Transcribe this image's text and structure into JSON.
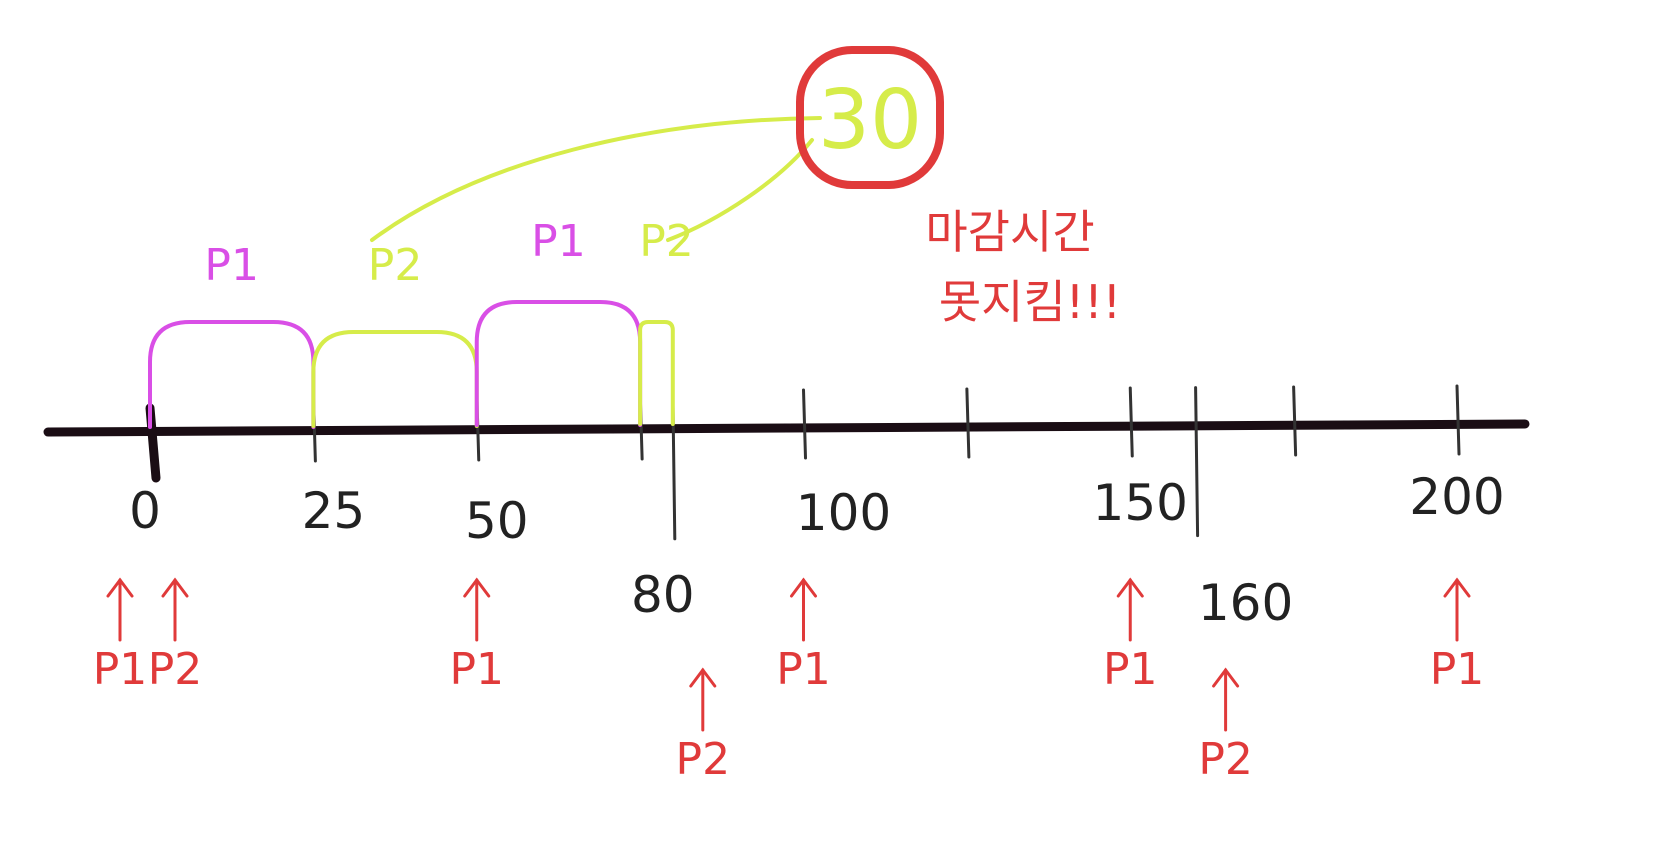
{
  "colors": {
    "axis": "#1a0d14",
    "p1": "#d94fe6",
    "p2": "#d6ec4a",
    "arrival": "#e03a3a",
    "ticklabel": "#222222",
    "highlight": "#e03a3a"
  },
  "timeline": {
    "tick_labels": [
      "0",
      "25",
      "50",
      "80",
      "100",
      "150",
      "160",
      "200"
    ]
  },
  "execution_blocks": [
    {
      "process": "P1",
      "label": "P1",
      "start": 0,
      "end": 25
    },
    {
      "process": "P2",
      "label": "P2",
      "start": 25,
      "end": 50
    },
    {
      "process": "P1",
      "label": "P1",
      "start": 50,
      "end": 75
    },
    {
      "process": "P2",
      "label": "P2",
      "start": 75,
      "end": 80
    }
  ],
  "arrivals": [
    {
      "time": 0,
      "label": "P1",
      "tier": 0
    },
    {
      "time": 0,
      "label": "P2",
      "tier": 0
    },
    {
      "time": 50,
      "label": "P1",
      "tier": 0
    },
    {
      "time": 80,
      "label": "P2",
      "tier": 1
    },
    {
      "time": 100,
      "label": "P1",
      "tier": 0
    },
    {
      "time": 150,
      "label": "P1",
      "tier": 0
    },
    {
      "time": 160,
      "label": "P2",
      "tier": 1
    },
    {
      "time": 200,
      "label": "P1",
      "tier": 0
    }
  ],
  "highlight": {
    "value": "30"
  },
  "note": {
    "line1": "마감시간",
    "line2": "못지킴!!!"
  }
}
